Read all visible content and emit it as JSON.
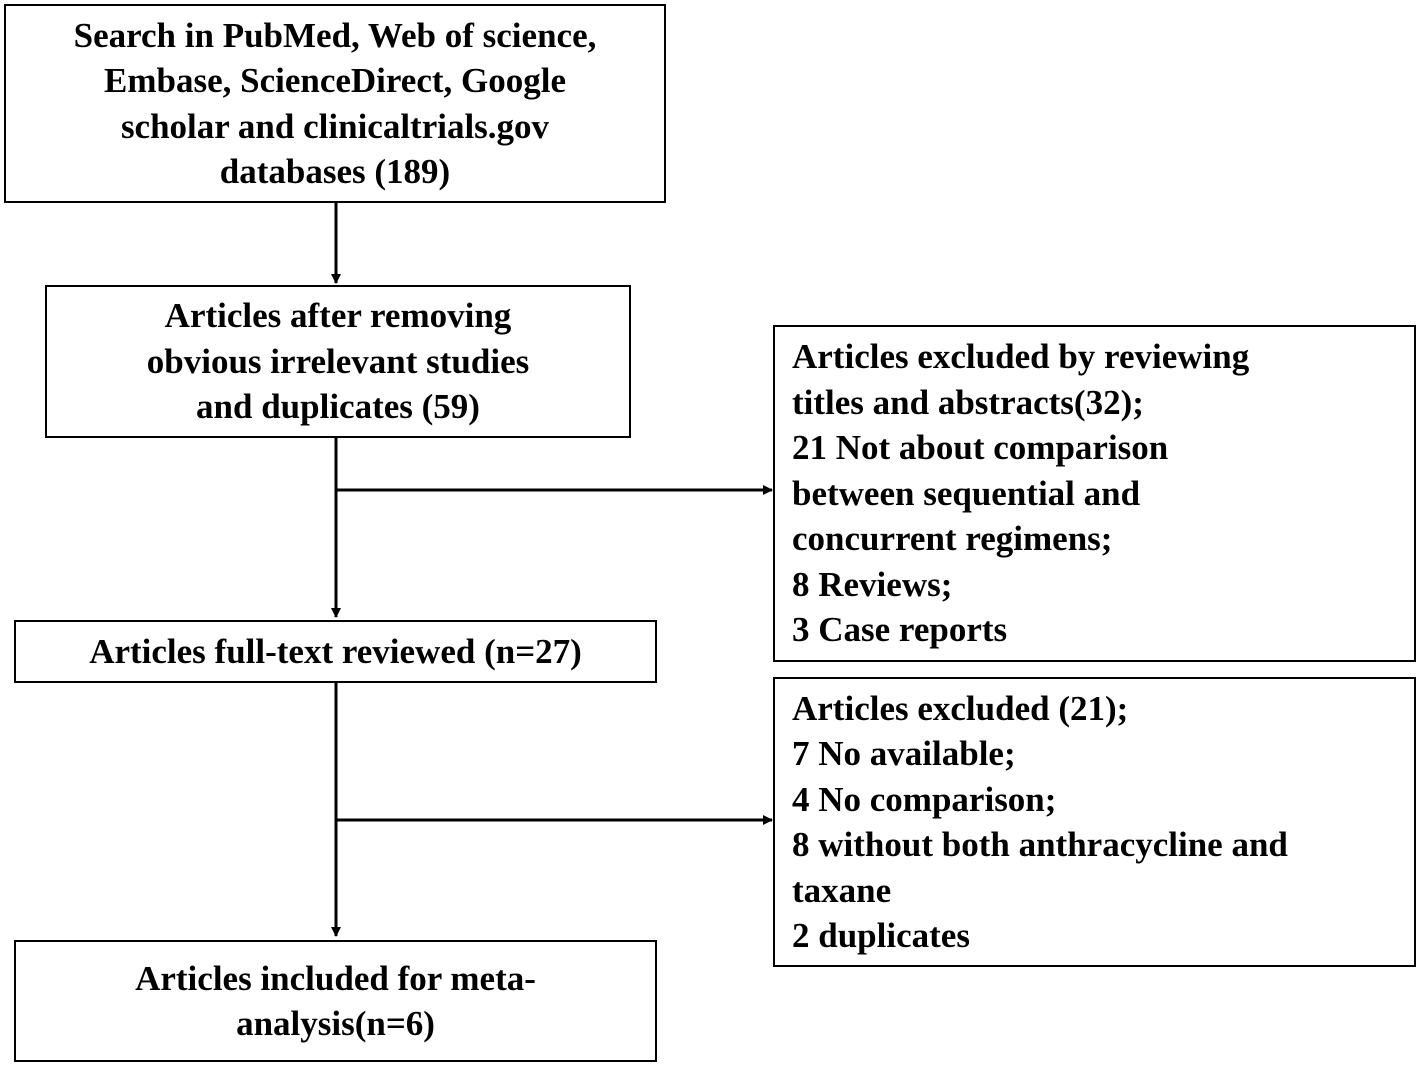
{
  "boxes": {
    "search": {
      "lines": [
        "Search in PubMed, Web of science,",
        "Embase, ScienceDirect, Google",
        "scholar and clinicaltrials.gov",
        "databases (189)"
      ]
    },
    "after_removal": {
      "lines": [
        "Articles after removing",
        "obvious irrelevant studies",
        "and duplicates (59)"
      ]
    },
    "full_text": {
      "lines": [
        "Articles full-text reviewed (n=27)"
      ]
    },
    "included": {
      "lines": [
        "Articles included for meta-",
        "analysis(n=6)"
      ]
    },
    "excluded_titles": {
      "lines": [
        "Articles excluded by reviewing",
        "titles and abstracts(32);",
        "21 Not about comparison",
        "between sequential and",
        "concurrent regimens;",
        "8 Reviews;",
        "3 Case reports"
      ]
    },
    "excluded_fulltext": {
      "lines": [
        "Articles excluded (21);",
        "7 No available;",
        "4 No comparison;",
        "8 without both anthracycline and",
        "taxane",
        "2 duplicates"
      ]
    }
  }
}
